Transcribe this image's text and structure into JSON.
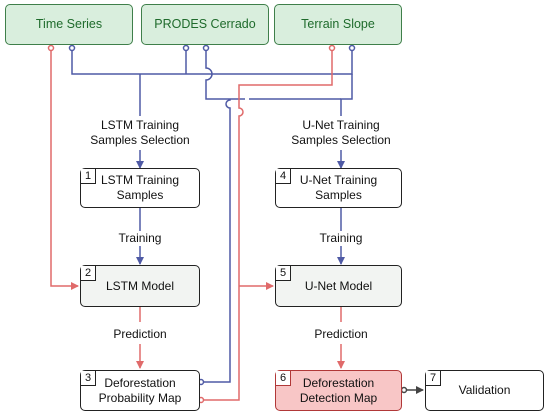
{
  "sources": [
    {
      "id": "time_series",
      "label": "Time Series"
    },
    {
      "id": "prodes",
      "label": "PRODES Cerrado"
    },
    {
      "id": "terrain",
      "label": "Terrain Slope"
    }
  ],
  "steps": [
    {
      "num": "1",
      "label": "LSTM Training\nSamples"
    },
    {
      "num": "2",
      "label": "LSTM Model"
    },
    {
      "num": "3",
      "label": "Deforestation\nProbability Map"
    },
    {
      "num": "4",
      "label": "U-Net Training\nSamples"
    },
    {
      "num": "5",
      "label": "U-Net Model"
    },
    {
      "num": "6",
      "label": "Deforestation\nDetection Map"
    },
    {
      "num": "7",
      "label": "Validation"
    }
  ],
  "edge_labels": {
    "lstm_selection": "LSTM Training\nSamples Selection",
    "unet_selection": "U-Net Training\nSamples Selection",
    "lstm_training": "Training",
    "unet_training": "Training",
    "lstm_prediction": "Prediction",
    "unet_prediction": "Prediction"
  },
  "colors": {
    "blue_line": "#4f5aa5",
    "red_line": "#e06a6a",
    "dark_line": "#444444",
    "source_fill": "#d9eedd",
    "source_border": "#3f7f4a",
    "source_text": "#1f6b2c",
    "model_fill": "#f2f4f2",
    "detection_fill": "#f8c6c6"
  }
}
